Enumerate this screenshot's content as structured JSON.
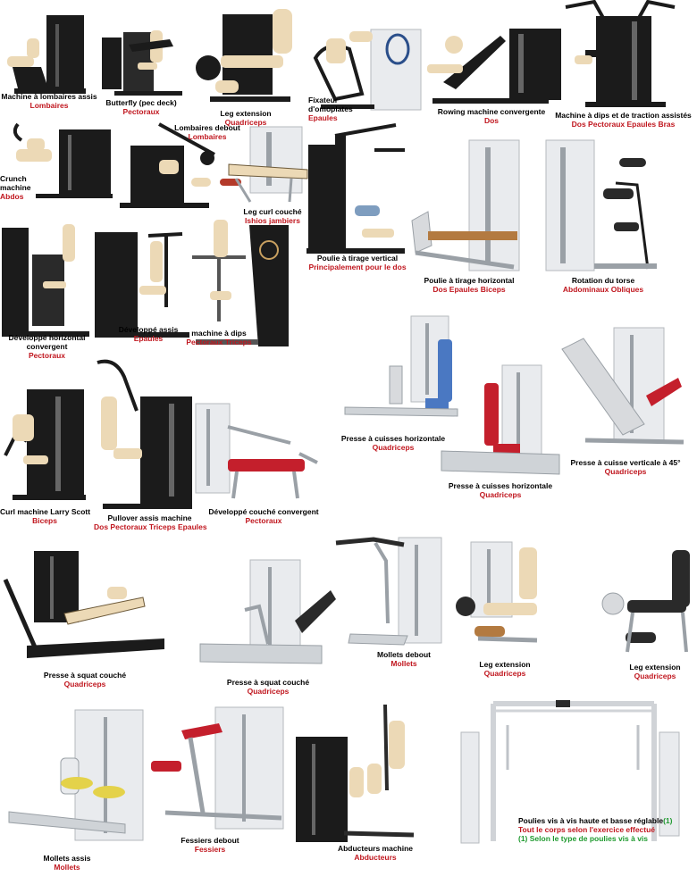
{
  "colors": {
    "muscle_text": "#c0161e",
    "note_text": "#1f9a2f",
    "frame_black": "#1b1b1b",
    "frame_white": "#e9ebee",
    "upholstery_cream": "#ecd9b6",
    "upholstery_red": "#c41f2c",
    "upholstery_blue": "#4a78c2",
    "upholstery_yellow": "#e4d24a"
  },
  "machines": [
    {
      "name": "Machine à lombaires assis",
      "muscle": "Lombaires"
    },
    {
      "name": "Butterfly (pec deck)",
      "muscle": "Pectoraux"
    },
    {
      "name": "Leg extension",
      "muscle": "Quadriceps"
    },
    {
      "name": "Fixateur d'omoplates",
      "muscle": "Epaules"
    },
    {
      "name": "Rowing machine convergente",
      "muscle": "Dos"
    },
    {
      "name": "Machine à dips et de traction assistés",
      "muscle": "Dos Pectoraux Epaules Bras"
    },
    {
      "name": "Crunch machine",
      "muscle": "Abdos"
    },
    {
      "name": "Lombaires debout",
      "muscle": "Lombaires"
    },
    {
      "name": "Leg curl couché",
      "muscle": "Ishios jambiers"
    },
    {
      "name": "Poulie à tirage vertical",
      "muscle": "Principalement pour le dos"
    },
    {
      "name": "Poulie à tirage horizontal",
      "muscle": "Dos Epaules Biceps"
    },
    {
      "name": "Rotation du torse",
      "muscle": "Abdominaux Obliques"
    },
    {
      "name": "Développé horizontal convergent",
      "muscle": "Pectoraux"
    },
    {
      "name": "Développé assis",
      "muscle": "Epaules"
    },
    {
      "name": "machine à dips",
      "muscle": "Pectoraux Triceps"
    },
    {
      "name": "Presse à cuisses horizontale",
      "muscle": "Quadriceps"
    },
    {
      "name": "Presse à cuisses horizontale",
      "muscle": "Quadriceps"
    },
    {
      "name": "Presse à cuisse verticale à 45°",
      "muscle": "Quadriceps"
    },
    {
      "name": "Curl machine Larry Scott",
      "muscle": "Biceps"
    },
    {
      "name": "Pullover assis machine",
      "muscle": "Dos Pectoraux Triceps Epaules"
    },
    {
      "name": "Développé couché convergent",
      "muscle": "Pectoraux"
    },
    {
      "name": "Presse à squat couché",
      "muscle": "Quadriceps"
    },
    {
      "name": "Presse à squat couché",
      "muscle": "Quadriceps"
    },
    {
      "name": "Mollets debout",
      "muscle": "Mollets"
    },
    {
      "name": "Leg extension",
      "muscle": "Quadriceps"
    },
    {
      "name": "Leg extension",
      "muscle": "Quadriceps"
    },
    {
      "name": "Mollets assis",
      "muscle": "Mollets"
    },
    {
      "name": "Fessiers debout",
      "muscle": "Fessiers"
    },
    {
      "name": "Abducteurs machine",
      "muscle": "Abducteurs"
    },
    {
      "name": "Poulies vis à vis haute et basse réglable",
      "ref": "(1)",
      "muscle": "Tout le corps selon l'exercice effectué",
      "note": "(1) Selon le type de poulies vis à vis"
    }
  ]
}
